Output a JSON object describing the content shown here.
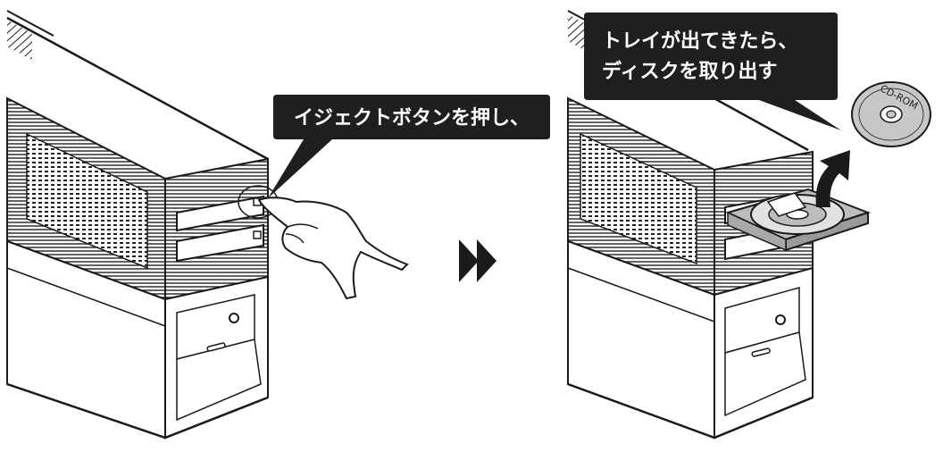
{
  "step1": {
    "callout": "イジェクトボタンを押し、"
  },
  "step2": {
    "callout_line1": "トレイが出てきたら、",
    "callout_line2": "ディスクを取り出す"
  },
  "disc": {
    "label": "CD-ROM"
  },
  "colors": {
    "callout_bg": "#1f1f1f",
    "line": "#1a1a1a",
    "tray_gray": "#bdbdbd",
    "disc_gray": "#c7c7c7"
  },
  "icons": {
    "next_step": "double-chevron-right-icon",
    "eject": "eject-button-icon",
    "remove": "curved-arrow-up-icon"
  }
}
